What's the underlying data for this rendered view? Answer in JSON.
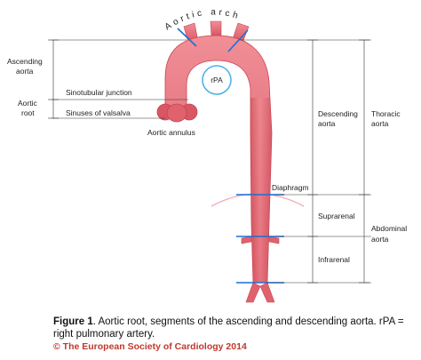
{
  "diagram": {
    "labels": {
      "aortic_arch": "Aortic arch",
      "ascending_aorta_1": "Ascending",
      "ascending_aorta_2": "aorta",
      "aortic_root_1": "Aortic",
      "aortic_root_2": "root",
      "sinotubular_junction": "Sinotubular junction",
      "sinuses_of_valsalva": "Sinuses of valsalva",
      "aortic_annulus": "Aortic annulus",
      "rpa": "rPA",
      "descending_aorta_1": "Descending",
      "descending_aorta_2": "aorta",
      "thoracic_aorta_1": "Thoracic",
      "thoracic_aorta_2": "aorta",
      "diaphragm": "Diaphragm",
      "suprarenal": "Suprarenal",
      "abdominal_aorta_1": "Abdominal",
      "abdominal_aorta_2": "aorta",
      "infrarenal": "Infrarenal"
    },
    "colors": {
      "vessel_fill": "#e0626e",
      "vessel_dark": "#c74552",
      "vessel_highlight": "#f08e96",
      "marker_blue": "#1a6fd6",
      "rpa_ring": "#4fb3e8",
      "diaphragm_pink": "#f2a9b4",
      "line": "#333333"
    }
  },
  "caption": {
    "figure_label": "Figure 1",
    "text": ". Aortic root, segments of the ascending and descending aorta. rPA = right pulmonary artery.",
    "copyright": "© The European Society of Cardiology 2014"
  }
}
